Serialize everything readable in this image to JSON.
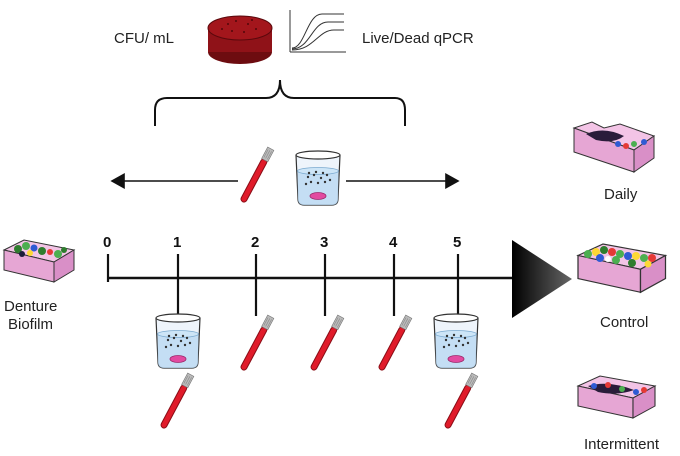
{
  "labels": {
    "cfu": "CFU/ mL",
    "qpcr": "Live/Dead qPCR",
    "start_line1": "Denture",
    "start_line2": "Biofilm",
    "daily": "Daily",
    "control": "Control",
    "intermittent": "Intermittent"
  },
  "timeline": {
    "ticks": [
      "0",
      "1",
      "2",
      "3",
      "4",
      "5"
    ]
  },
  "colors": {
    "plate": "#a3161c",
    "brush": "#e01b2a",
    "biofilm_base": "#e8b0d8",
    "line": "#111111"
  },
  "icons": [
    "agar-plate-icon",
    "qpcr-curve-icon",
    "toothbrush-icon",
    "beaker-icon",
    "biofilm-sample-icon",
    "arrow-left-icon",
    "arrow-right-icon"
  ]
}
